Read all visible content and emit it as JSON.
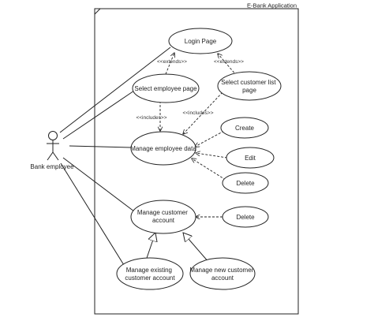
{
  "system": {
    "title": "E-Bank Application"
  },
  "actor": {
    "name": "Bank employee"
  },
  "usecases": {
    "login": [
      "Login Page"
    ],
    "select_employee": [
      "Select employee page"
    ],
    "select_customer": [
      "Select customer list",
      "page"
    ],
    "manage_employee": [
      "Manage employee data"
    ],
    "create": [
      "Create"
    ],
    "edit": [
      "Edit"
    ],
    "delete_emp": [
      "Delete"
    ],
    "manage_customer": [
      "Manage customer",
      "account"
    ],
    "delete_cust": [
      "Delete"
    ],
    "manage_existing": [
      "Manage existing",
      "customer account"
    ],
    "manage_new": [
      "Manage new customer",
      "account"
    ]
  },
  "relations": {
    "extends": "<<extends>>",
    "includes": "<<includes>>"
  },
  "colors": {
    "stroke": "#222222",
    "background": "#ffffff"
  }
}
